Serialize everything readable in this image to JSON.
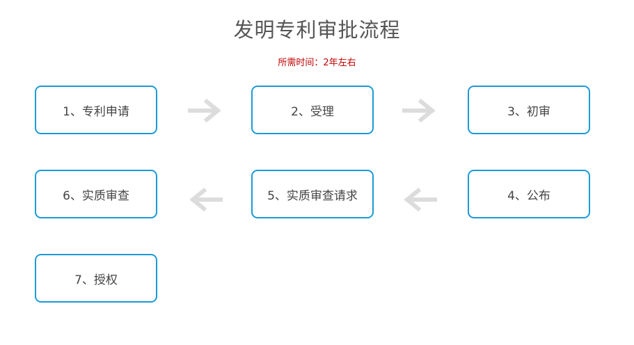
{
  "title": "发明专利审批流程",
  "subtitle": "所需时间：2年左右",
  "steps": [
    {
      "label": "1、专利申请"
    },
    {
      "label": "2、受理"
    },
    {
      "label": "3、初审"
    },
    {
      "label": "4、公布"
    },
    {
      "label": "5、实质审查请求"
    },
    {
      "label": "6、实质审查"
    },
    {
      "label": "7、授权"
    }
  ],
  "colors": {
    "box_border": "#1a9ad6",
    "arrow": "#dcdcdc",
    "title_text": "#555555",
    "subtitle_text": "#c00000"
  }
}
